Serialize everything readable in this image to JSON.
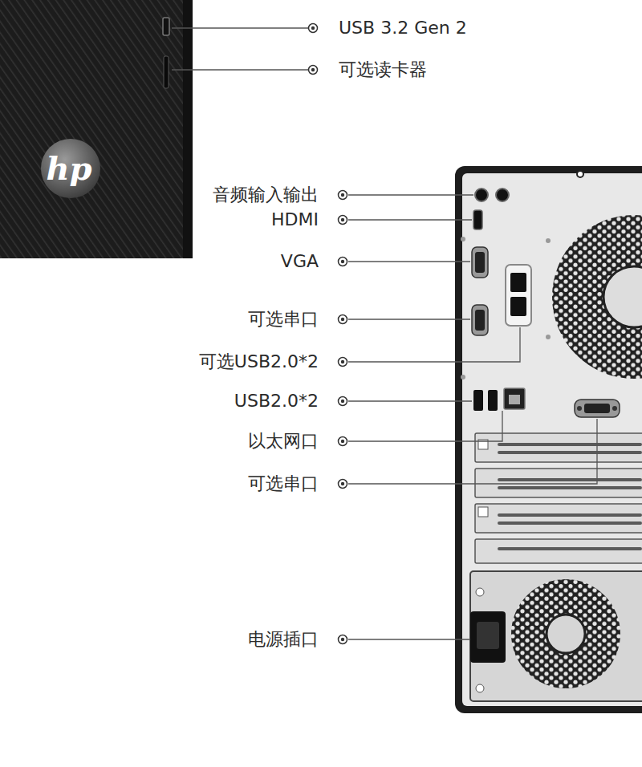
{
  "diagram": {
    "labels": [
      "USB 3.2 Gen 2",
      "可选读卡器",
      "hp",
      "音频输入输出",
      "HDMI",
      "VGA",
      "可选串口",
      "可选USB2.0*2",
      "USB2.0*2",
      "以太网口",
      "可选串口",
      "电源插口"
    ]
  }
}
